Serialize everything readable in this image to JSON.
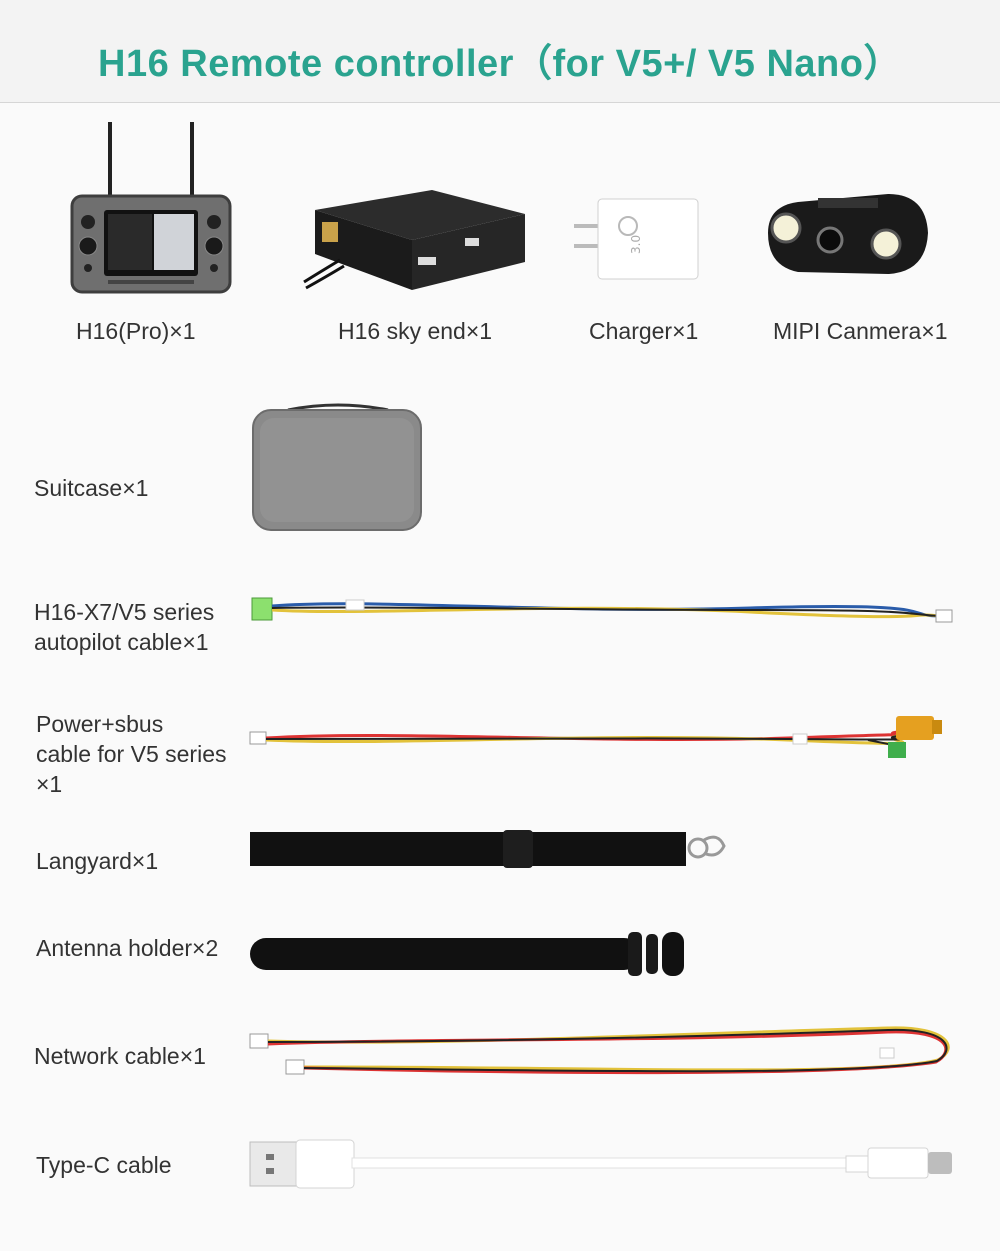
{
  "title": "H16 Remote controller（for V5+/ V5 Nano）",
  "items": [
    {
      "label": "H16(Pro)×1"
    },
    {
      "label": "H16 sky end×1"
    },
    {
      "label": "Charger×1"
    },
    {
      "label": "MIPI Canmera×1"
    },
    {
      "label": "Suitcase×1"
    },
    {
      "label_line1": "H16-X7/V5 series",
      "label_line2": "autopilot cable×1"
    },
    {
      "label_line1": "Power+sbus",
      "label_line2": "cable for V5 series",
      "label_line3": "×1"
    },
    {
      "label": "Langyard×1"
    },
    {
      "label": "Antenna holder×2"
    },
    {
      "label": "Network cable×1"
    },
    {
      "label": "Type-C cable"
    }
  ]
}
